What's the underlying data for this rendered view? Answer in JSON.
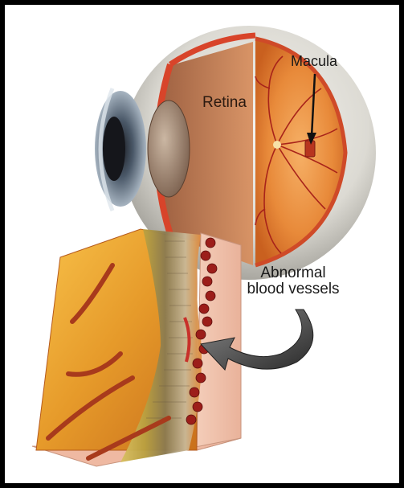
{
  "labels": {
    "retina": "Retina",
    "macula": "Macula",
    "abnormal_line1": "Abnormal",
    "abnormal_line2": "blood vessels"
  },
  "colors": {
    "frame": "#000000",
    "sclera": "#e8e6e0",
    "retina_orange": "#e07a2c",
    "choroid_red": "#c8402a",
    "vessel_red": "#a8231a",
    "tissue_pink": "#f1c7b4",
    "arrow_gray": "#4a4a4a"
  }
}
